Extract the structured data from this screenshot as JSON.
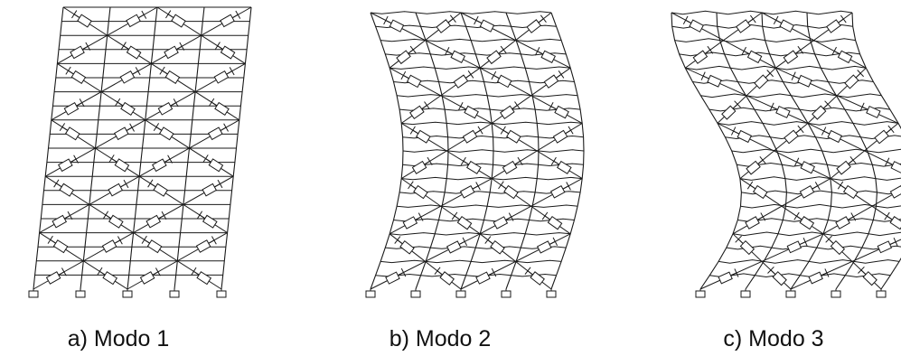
{
  "panels": [
    {
      "id": "a",
      "caption": "a) Modo 1",
      "mode": 1
    },
    {
      "id": "b",
      "caption": "b) Modo 2",
      "mode": 2
    },
    {
      "id": "c",
      "caption": "c) Modo 3",
      "mode": 3
    }
  ],
  "structure": {
    "storeys": 20,
    "bays": 4,
    "supports": 5,
    "element_types": [
      "column",
      "beam",
      "diagonal-brace",
      "damper",
      "fixed-support"
    ]
  },
  "colors": {
    "line": "#1a1a1a",
    "background": "#ffffff"
  }
}
